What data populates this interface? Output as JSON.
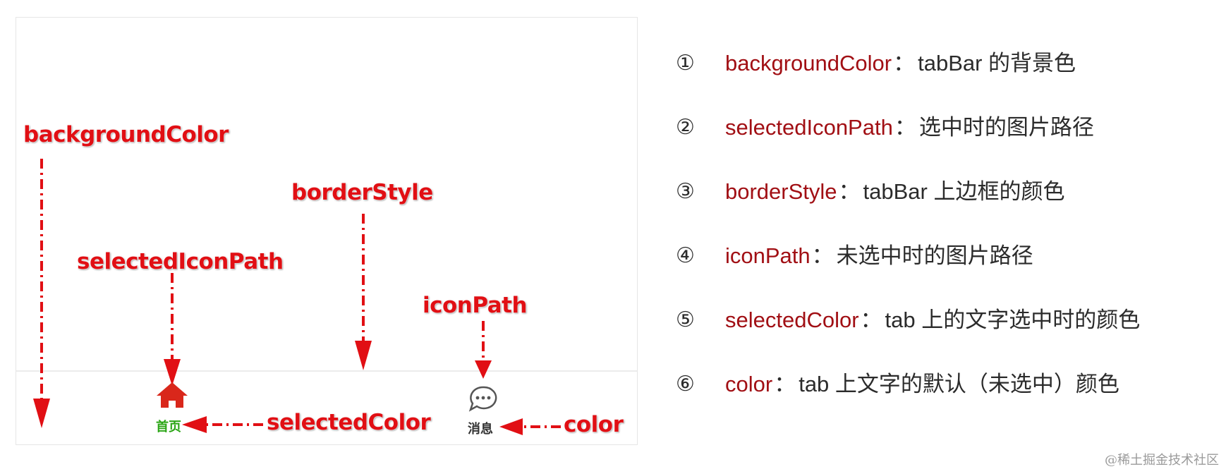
{
  "diagram": {
    "callouts": {
      "background_color": "backgroundColor",
      "border_style": "borderStyle",
      "selected_icon_path": "selectedIconPath",
      "icon_path": "iconPath",
      "selected_color": "selectedColor",
      "color": "color"
    },
    "tabs": [
      {
        "label": "首页",
        "icon": "home-icon",
        "color": "#2aa515"
      },
      {
        "label": "消息",
        "icon": "chat-bubble-icon",
        "color": "#333333"
      }
    ],
    "callout_color": "#e10f14"
  },
  "legend": {
    "items": [
      {
        "num": "①",
        "key": "backgroundColor",
        "sep": "：",
        "desc": "tabBar 的背景色"
      },
      {
        "num": "②",
        "key": "selectedIconPath",
        "sep": "：",
        "desc": "选中时的图片路径"
      },
      {
        "num": "③",
        "key": "borderStyle",
        "sep": "：",
        "desc": "tabBar 上边框的颜色"
      },
      {
        "num": "④",
        "key": "iconPath",
        "sep": "：",
        "desc": "未选中时的图片路径"
      },
      {
        "num": "⑤",
        "key": "selectedColor",
        "sep": "：",
        "desc": "tab 上的文字选中时的颜色"
      },
      {
        "num": "⑥",
        "key": "color",
        "sep": "：",
        "desc": "tab 上文字的默认（未选中）颜色"
      }
    ],
    "key_color": "#a10f14"
  },
  "watermark": "@稀土掘金技术社区"
}
